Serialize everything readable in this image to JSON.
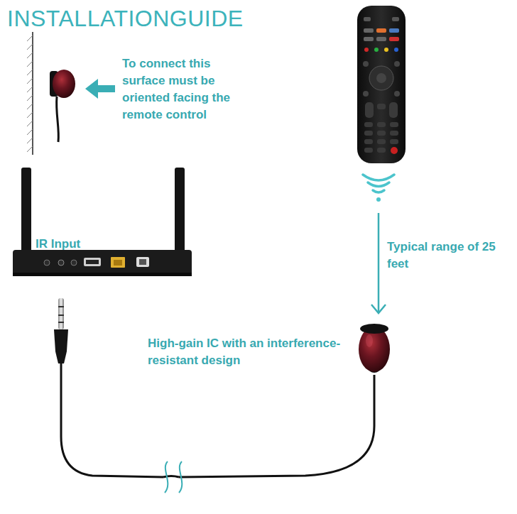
{
  "diagram": {
    "title": "INSTALLATIONGUIDE",
    "labels": [
      "To connect this surface must be oriented facing the remote control",
      "IR Input",
      "Typical range of 25 feet",
      "High-gain IC with an interference-resistant design"
    ]
  }
}
